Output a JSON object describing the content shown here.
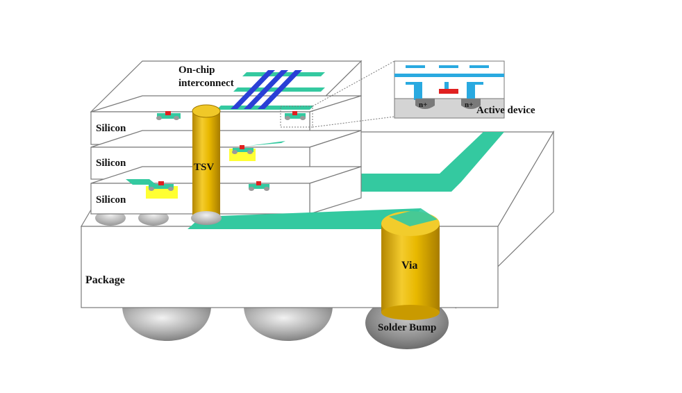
{
  "labels": {
    "on_chip": "On-chip",
    "interconnect": "interconnect",
    "active_device": "Active device",
    "silicon_top": "Silicon",
    "silicon_mid": "Silicon",
    "silicon_bottom": "Silicon",
    "tsv": "TSV",
    "via": "Via",
    "package": "Package",
    "solder_bump": "Solder Bump",
    "n_plus_left": "n+",
    "n_plus_right": "n+"
  },
  "colors": {
    "interconnect_wire": "#2a3fd6",
    "trace": "#34c9a0",
    "tsv_gold": "#e0b000",
    "bump_gray": "#9a9a9a",
    "device_cyan": "#29a9e0",
    "device_red": "#e02020",
    "highlight_yellow": "#ffff33"
  }
}
